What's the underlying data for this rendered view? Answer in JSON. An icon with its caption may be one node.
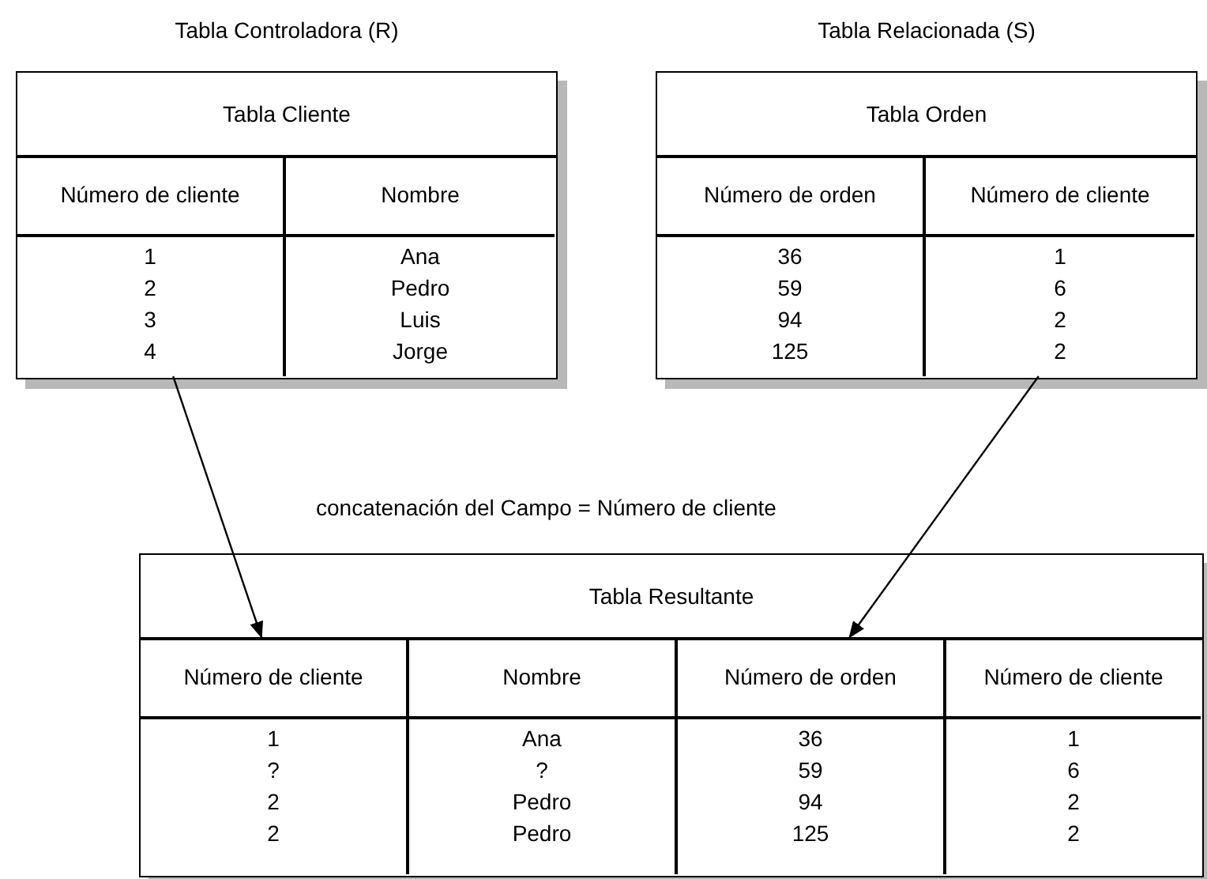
{
  "diagram": {
    "nodes": [
      {
        "text": [
          "Tabla Controladora (R)",
          "Tabla Cliente"
        ]
      },
      {
        "text": [
          "Número de cliente",
          "1",
          "2",
          "3",
          "4"
        ],
        "in": 0
      },
      {
        "text": [
          "Nombre",
          "Ana",
          "Pedro",
          "Luis",
          "Jorge"
        ],
        "in": 0
      },
      {
        "text": [
          "Tabla Relacionada (S)",
          "Tabla Orden"
        ]
      },
      {
        "text": [
          "Número de orden",
          "36",
          "59",
          "94",
          "125"
        ],
        "in": 3
      },
      {
        "text": [
          "Número de cliente",
          "1",
          "6",
          "2",
          "2"
        ],
        "in": 3
      },
      {
        "text": [
          "Tabla Resultante"
        ]
      },
      {
        "text": [
          "Número de cliente",
          "1",
          "?",
          "2",
          "2"
        ],
        "in": 6
      },
      {
        "text": [
          "Nombre",
          "Ana",
          "?",
          "Pedro",
          "Pedro"
        ],
        "in": 6
      },
      {
        "text": [
          "Número de orden",
          "36",
          "59",
          "94",
          "125"
        ],
        "in": 6
      },
      {
        "text": [
          "Número de cliente",
          "1",
          "6",
          "2",
          "2"
        ],
        "in": 6
      }
    ],
    "edges": [
      {
        "from": 1,
        "to": 7,
        "arrow": "to"
      },
      {
        "from": 5,
        "to": 9,
        "arrow": "to"
      }
    ],
    "labels": [
      "concatenación del Campo = Número de cliente"
    ]
  }
}
